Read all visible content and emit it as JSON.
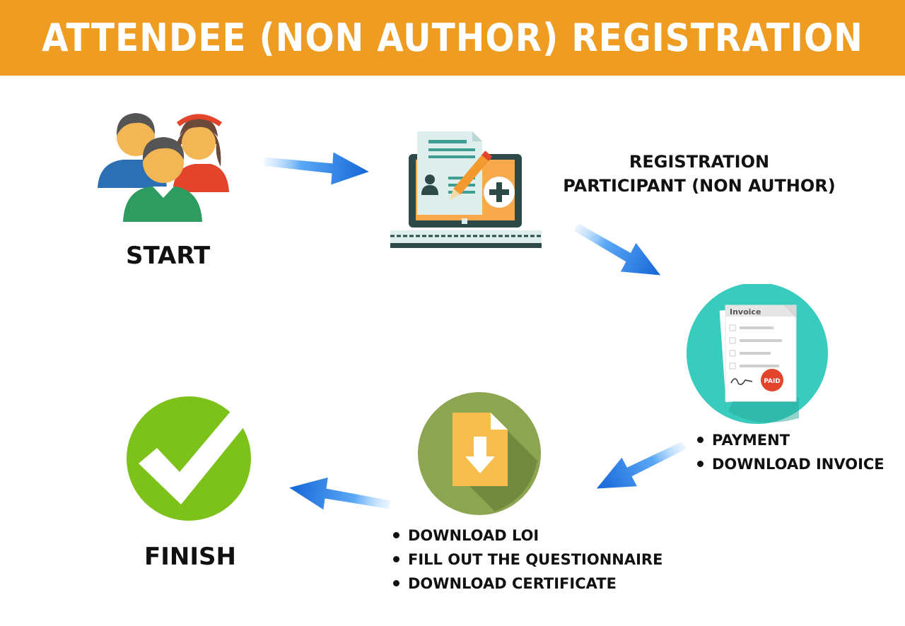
{
  "header": {
    "title": "ATTENDEE (NON AUTHOR) REGISTRATION FLOW"
  },
  "steps": {
    "start": {
      "label": "START",
      "icon": "people-group-icon"
    },
    "registration": {
      "line1": "REGISTRATION",
      "line2": "PARTICIPANT (NON AUTHOR)",
      "icon": "laptop-form-icon"
    },
    "invoice": {
      "icon": "invoice-icon",
      "icon_title": "Invoice",
      "stamp": "PAID",
      "items": [
        "PAYMENT",
        "DOWNLOAD INVOICE"
      ]
    },
    "download": {
      "icon": "download-file-icon",
      "items": [
        "DOWNLOAD LOI",
        "FILL OUT THE QUESTIONNAIRE",
        "DOWNLOAD CERTIFICATE"
      ]
    },
    "finish": {
      "label": "FINISH",
      "icon": "checkmark-icon"
    }
  },
  "colors": {
    "header": "#ee9c22",
    "arrow": "#1f7fe6",
    "invoice_circle": "#39cbbd",
    "download_circle": "#8ba550",
    "check_circle": "#7cc21a"
  }
}
